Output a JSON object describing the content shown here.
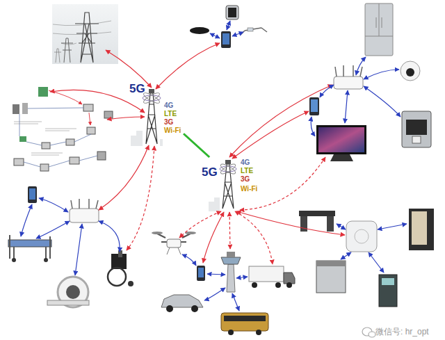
{
  "diagram": {
    "nodes": [
      {
        "text": [
          "5G",
          "4G",
          "LTE",
          "3G",
          "Wi-Fi"
        ]
      },
      {
        "text": [
          "5G",
          "4G",
          "LTE",
          "3G",
          "Wi-Fi"
        ]
      }
    ],
    "edges": [
      {
        "from": 0,
        "to": 1,
        "arrow": "none"
      }
    ],
    "labels": [
      "微信号: hr_opt"
    ]
  }
}
